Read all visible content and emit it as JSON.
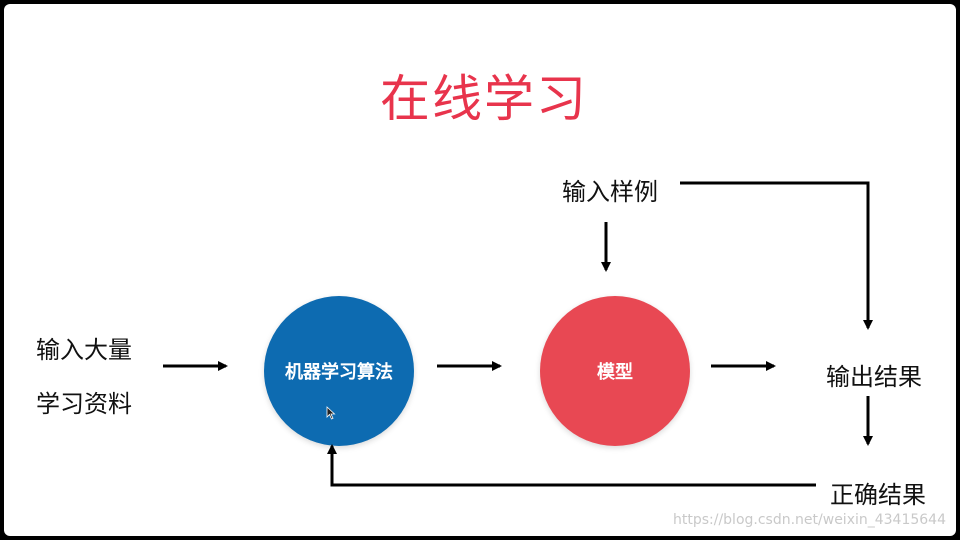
{
  "title": "在线学习",
  "nodes": {
    "input_bulk_line1": "输入大量",
    "input_bulk_line2": "学习资料",
    "algorithm": "机器学习算法",
    "model": "模型",
    "input_sample": "输入样例",
    "output_result": "输出结果",
    "correct_result": "正确结果"
  },
  "colors": {
    "title": "#e8344c",
    "algorithm_circle": "#0d6bb1",
    "model_circle": "#e84853",
    "arrow": "#000000"
  },
  "watermark": "https://blog.csdn.net/weixin_43415644"
}
